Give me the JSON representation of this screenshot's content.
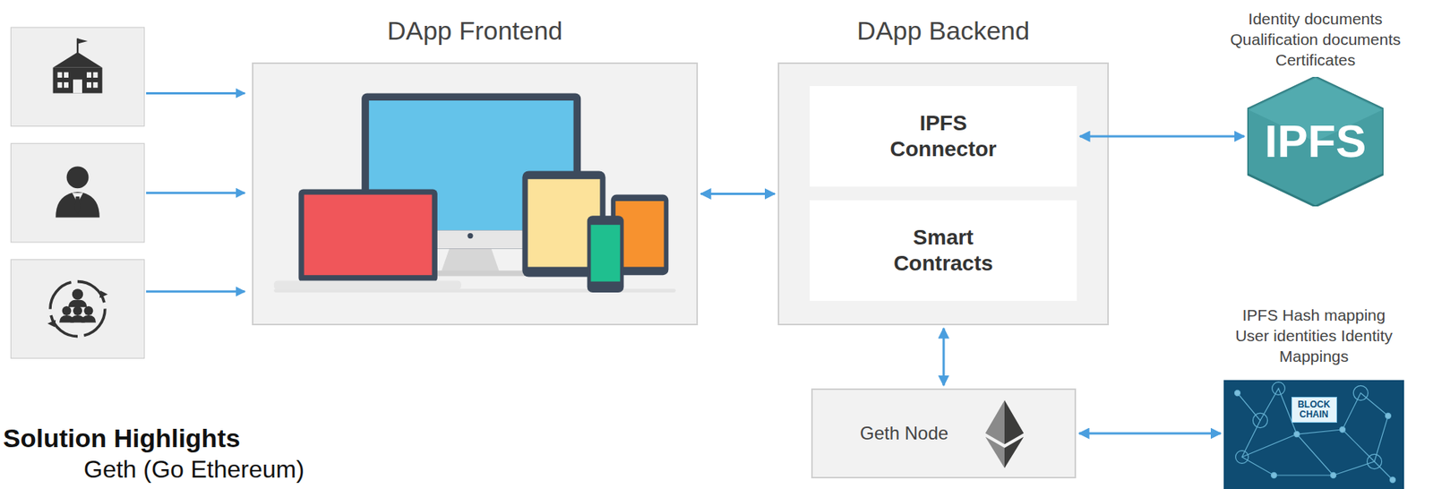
{
  "diagram": {
    "nodes": [
      {
        "text": [
          "DApp Frontend"
        ]
      },
      {
        "text": [
          "DApp Backend"
        ]
      },
      {
        "text": [
          "IPFS Connector"
        ],
        "in": 1
      },
      {
        "text": [
          "Smart Contracts"
        ],
        "in": 1
      },
      {
        "text": [
          "Identity documents Qualification documents Certificates",
          "IPFS"
        ]
      },
      {
        "text": [
          "Geth Node"
        ]
      },
      {
        "text": [
          "IPFS Hash mapping User identities Identity Mappings",
          "BLOCK CHAIN"
        ]
      }
    ],
    "edges": [
      {
        "from": 0,
        "to": 1,
        "arrow": "both"
      },
      {
        "from": 2,
        "to": 4,
        "arrow": "both"
      },
      {
        "from": 1,
        "to": 5,
        "arrow": "both"
      },
      {
        "from": 5,
        "to": 6,
        "arrow": "both"
      }
    ],
    "labels": [
      "Solution Highlights",
      "Geth (Go Ethereum)"
    ]
  }
}
